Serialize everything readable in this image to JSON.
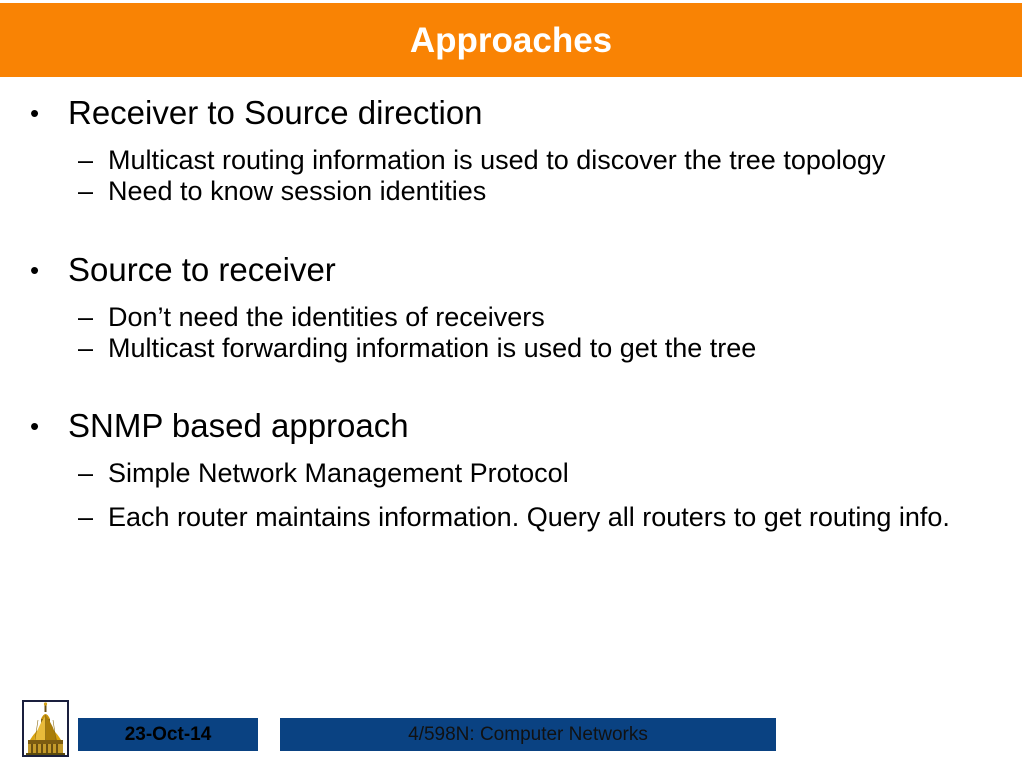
{
  "slide": {
    "title": "Approaches",
    "title_bar_color": "#f98304",
    "title_text_color": "#ffffff",
    "background_color": "#ffffff",
    "bullet_marker": "•",
    "sub_bullet_marker": "–",
    "groups": [
      {
        "heading": "Receiver to Source direction",
        "items": [
          "Multicast routing information is used to discover the tree topology",
          "Need to know session identities"
        ]
      },
      {
        "heading": "Source to receiver",
        "items": [
          "Don’t need the identities of receivers",
          "Multicast forwarding information is used to get the tree"
        ]
      },
      {
        "heading": "SNMP based approach",
        "items": [
          "Simple Network Management Protocol",
          "Each router maintains information. Query all routers to get routing info."
        ]
      }
    ]
  },
  "footer": {
    "logo_alt": "golden-dome-logo",
    "date": "23-Oct-14",
    "course": "4/598N: Computer Networks",
    "bar_color": "#0a4282",
    "date_text_color": "#000000",
    "course_text_color": "#111111"
  }
}
